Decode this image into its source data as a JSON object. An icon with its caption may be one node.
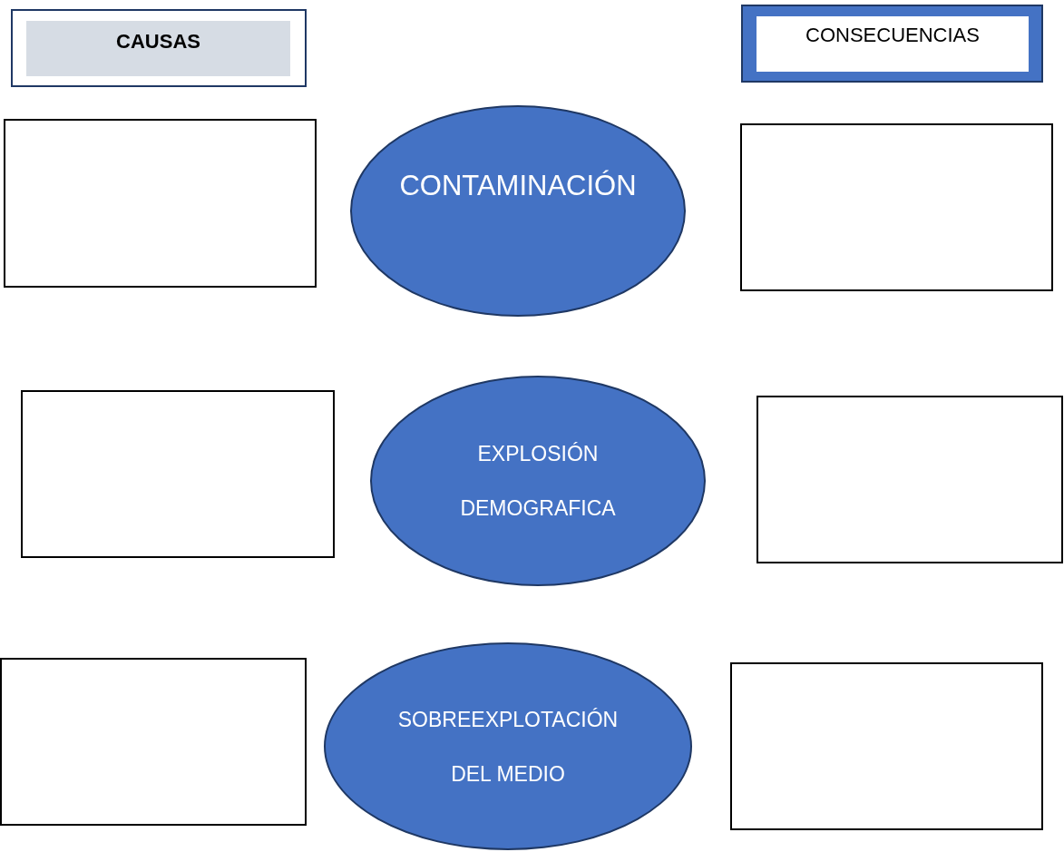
{
  "diagram": {
    "nodes": [
      {
        "text": [
          "CAUSAS"
        ]
      },
      {
        "text": [
          "CONSECUENCIAS"
        ]
      },
      {
        "text": [],
        "shape": "box"
      },
      {
        "text": [
          "CONTAMINACIÓN"
        ]
      },
      {
        "text": [],
        "shape": "box"
      },
      {
        "text": [],
        "shape": "box"
      },
      {
        "text": [
          "EXPLOSIÓN DEMOGRAFICA"
        ]
      },
      {
        "text": [],
        "shape": "box"
      },
      {
        "text": [],
        "shape": "box"
      },
      {
        "text": [
          "SOBREEXPLOTACIÓN DEL MEDIO"
        ]
      },
      {
        "text": [],
        "shape": "box"
      }
    ]
  }
}
